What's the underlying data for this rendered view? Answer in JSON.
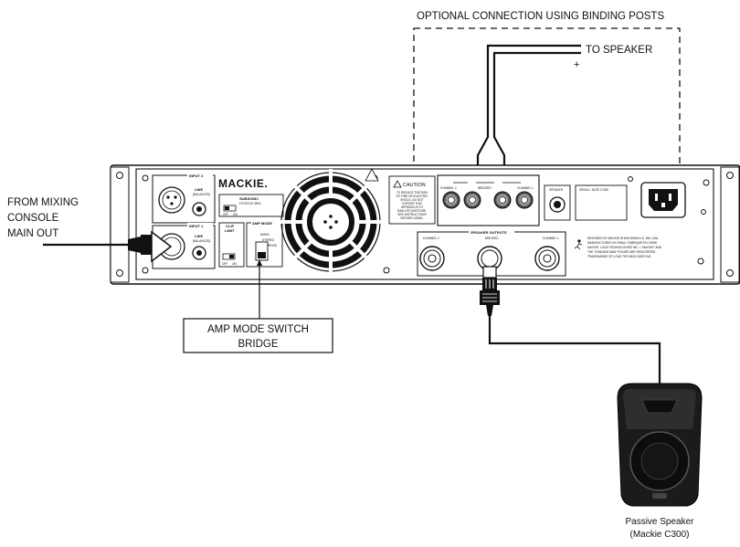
{
  "optional_connection": {
    "title": "OPTIONAL CONNECTION USING BINDING POSTS",
    "to_speaker": "TO SPEAKER",
    "plus": "+"
  },
  "source": {
    "line1": "FROM MIXING",
    "line2": "CONSOLE",
    "line3": "MAIN OUT"
  },
  "amp_mode_callout": {
    "line1": "AMP MODE SWITCH",
    "line2": "BRIDGE"
  },
  "speaker": {
    "line1": "Passive Speaker",
    "line2": "(Mackie C300)"
  },
  "amp_panel": {
    "brand": "MACKIE.",
    "input2": "INPUT 2",
    "input1": "INPUT 1",
    "line": "LINE",
    "balanced": "(BALANCED)",
    "subsonic": "SUBSONIC",
    "subsonic_sub": "FILTER AT 35Hz",
    "off": "OFF",
    "on": "ON",
    "clip": "CLIP",
    "limit": "LIMIT",
    "amp_mode": "AMP MODE",
    "mono": "MONO",
    "stereo": "STEREO",
    "bridge": "BRIDGE",
    "caution": "CAUTION",
    "caution_text": [
      "TO REDUCE THE RISK",
      "OF FIRE OR ELECTRIC",
      "SHOCK, DO NOT",
      "EXPOSE THIS",
      "APPARATUS TO",
      "RAIN OR MOISTURE.",
      "SEE INSTRUCTIONS",
      "BEFORE USING."
    ],
    "bp_channel2": "CHANNEL 2",
    "bp_bridged": "BRIDGED",
    "bp_channel1": "CHANNEL 1",
    "speaker": "SPEAKER",
    "serial": "SERIAL / DATE CODE",
    "speaker_outputs": "SPEAKER OUTPUTS",
    "so_channel2": "CHANNEL 2",
    "so_bridged": "BRIDGED",
    "so_channel1": "CHANNEL 1",
    "designed_text": [
      "DESIGNED BY MACKIE IN WOODINVILLE, WA, USA.",
      "MANUFACTURED IN CHINA • FABRIQUÉ EN CHINE",
      "MACKIE. LOUD TECHNOLOGIES INC. • \"MACKIE\" AND",
      "THE \"RUNNING MAN\" FIGURE ARE REGISTERED",
      "TRADEMARKS OF LOUD TECHNOLOGIES INC."
    ]
  }
}
